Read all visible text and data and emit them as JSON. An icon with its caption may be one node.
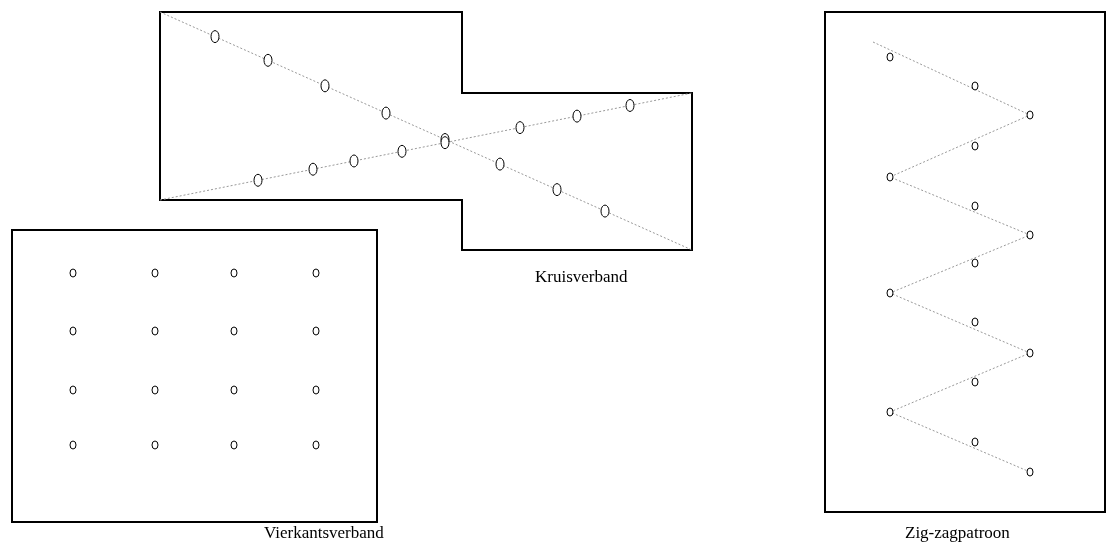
{
  "diagram": {
    "nodes": [
      {
        "text": [
          "Kruisverband"
        ]
      },
      {
        "text": [
          "Vierkantsverband"
        ]
      },
      {
        "text": [
          "Zig-zagpatroon"
        ]
      }
    ]
  }
}
